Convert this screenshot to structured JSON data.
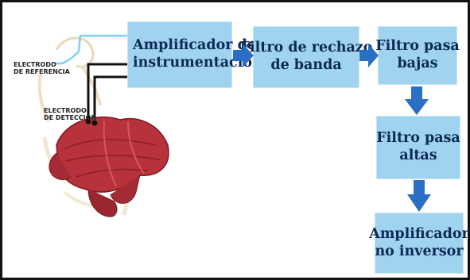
{
  "diagram": {
    "nodes": [
      {
        "id": "amp_instr",
        "lines": [
          "Amplificador de",
          "instrumentación"
        ]
      },
      {
        "id": "band_reject",
        "lines": [
          "Filtro de rechazo",
          "de banda"
        ]
      },
      {
        "id": "low_pass",
        "lines": [
          "Filtro pasa",
          "bajas"
        ]
      },
      {
        "id": "high_pass",
        "lines": [
          "Filtro pasa",
          "altas"
        ]
      },
      {
        "id": "non_inv_amp",
        "lines": [
          "Amplificador",
          "no inversor"
        ]
      }
    ],
    "edges": [
      {
        "from": "amp_instr",
        "to": "band_reject"
      },
      {
        "from": "band_reject",
        "to": "low_pass"
      },
      {
        "from": "low_pass",
        "to": "high_pass"
      },
      {
        "from": "high_pass",
        "to": "non_inv_amp"
      }
    ]
  },
  "illustration": {
    "reference_label": [
      "Electrodo",
      "de Referencia"
    ],
    "detection_label": [
      "Electrodo",
      "de Detección"
    ]
  },
  "colors": {
    "box_fill": "#9fd3ef",
    "box_text": "#0c2a55",
    "arrow": "#2a6fc4",
    "reference_wire": "#7fd0ef",
    "detection_wire": "#111111",
    "muscle": "#b8323b"
  }
}
